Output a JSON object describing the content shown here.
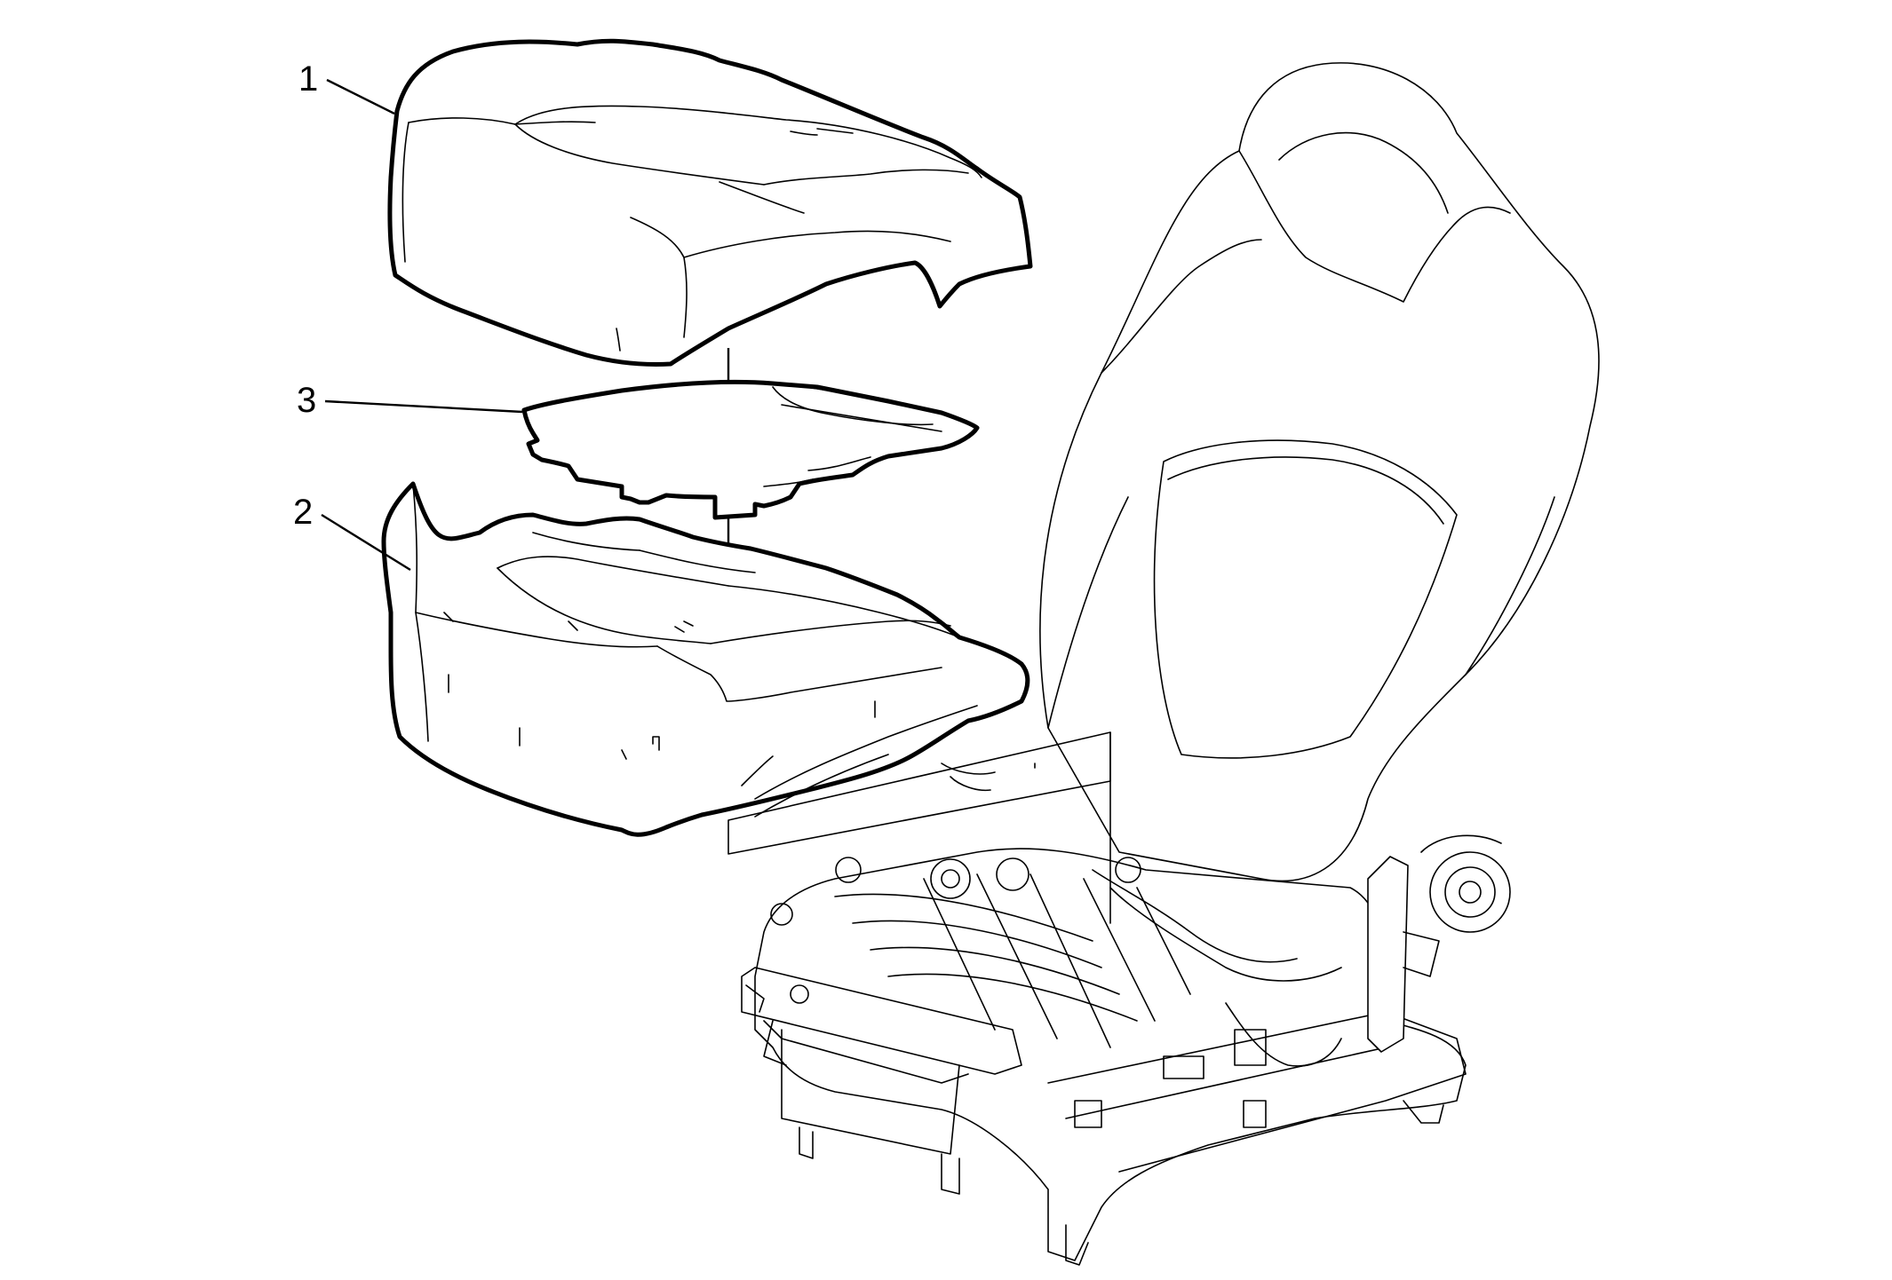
{
  "callouts": [
    {
      "id": "1"
    },
    {
      "id": "2"
    },
    {
      "id": "3"
    }
  ],
  "colors": {
    "line": "#000000",
    "background": "#ffffff"
  }
}
